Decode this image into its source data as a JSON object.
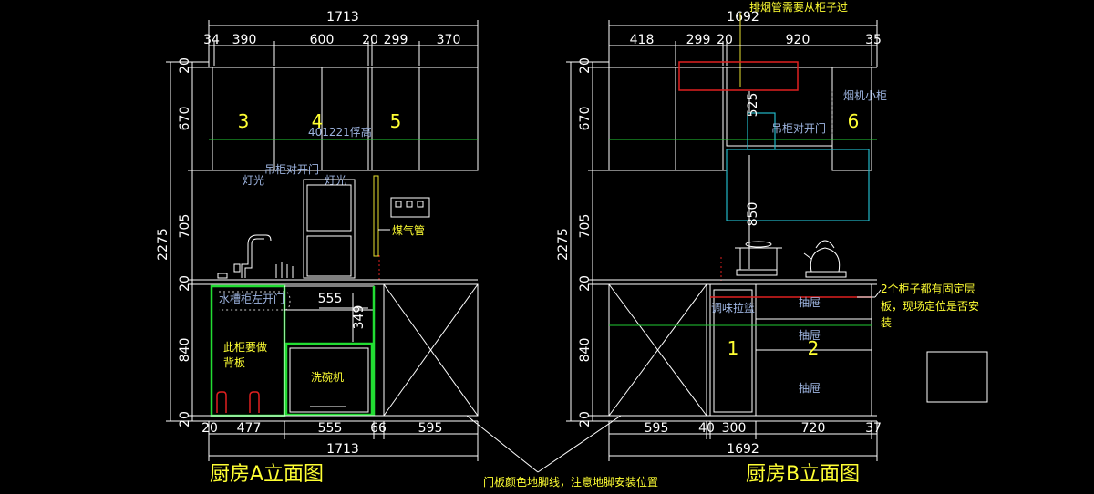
{
  "elevation_a": {
    "title": "厨房A立面图",
    "width_top": "1713",
    "width_bottom": "1713",
    "top_dims": [
      "34",
      "390",
      "600",
      "20",
      "299",
      "370"
    ],
    "bottom_dims": [
      "20",
      "477",
      "555",
      "66",
      "595"
    ],
    "left_total": "2275",
    "left_dims": [
      "20",
      "670",
      "705",
      "20",
      "840",
      "20"
    ],
    "cabinet_numbers": [
      "3",
      "4",
      "5"
    ],
    "height_note": "401221俘高",
    "label_light_1": "灯光",
    "label_light_2": "灯光",
    "label_wall_doors": "吊柜对开门",
    "label_gas_pipe": "煤气管",
    "label_sink_door": "水槽柜左开门",
    "label_back_panel_1": "此柜要做",
    "label_back_panel_2": "背板",
    "label_dishwasher": "洗碗机",
    "dim_555": "555",
    "dim_349": "349"
  },
  "elevation_b": {
    "title": "厨房B立面图",
    "width_top": "1692",
    "width_bottom": "1692",
    "top_dims": [
      "418",
      "299",
      "20",
      "920",
      "35"
    ],
    "bottom_dims": [
      "595",
      "40",
      "300",
      "720",
      "37"
    ],
    "left_total": "2275",
    "left_dims": [
      "20",
      "670",
      "705",
      "20",
      "840",
      "20"
    ],
    "cabinet_numbers": [
      "6",
      "1",
      "2"
    ],
    "note_exhaust": "排烟管需要从柜子过",
    "label_hood_cab": "烟机小柜",
    "label_wall_doors": "吊柜对开门",
    "dim_525": "525",
    "dim_850": "850",
    "label_spice_basket": "调味拉篮",
    "label_drawer_1": "抽屉",
    "label_drawer_2": "抽屉",
    "label_drawer_3": "抽屉",
    "note_shelf_1": "2个柜子都有固定层",
    "note_shelf_2": "板，现场定位是否安",
    "note_shelf_3": "装"
  },
  "shared_note": "门板颜色地脚线，注意地脚安装位置",
  "colors": {
    "background": "#000000",
    "lines": "#ffffff",
    "notes": "#ffff33",
    "green": "#22cc33",
    "cyan": "#22b8c8",
    "red": "#e02020",
    "label_blue": "#9db4e0"
  }
}
